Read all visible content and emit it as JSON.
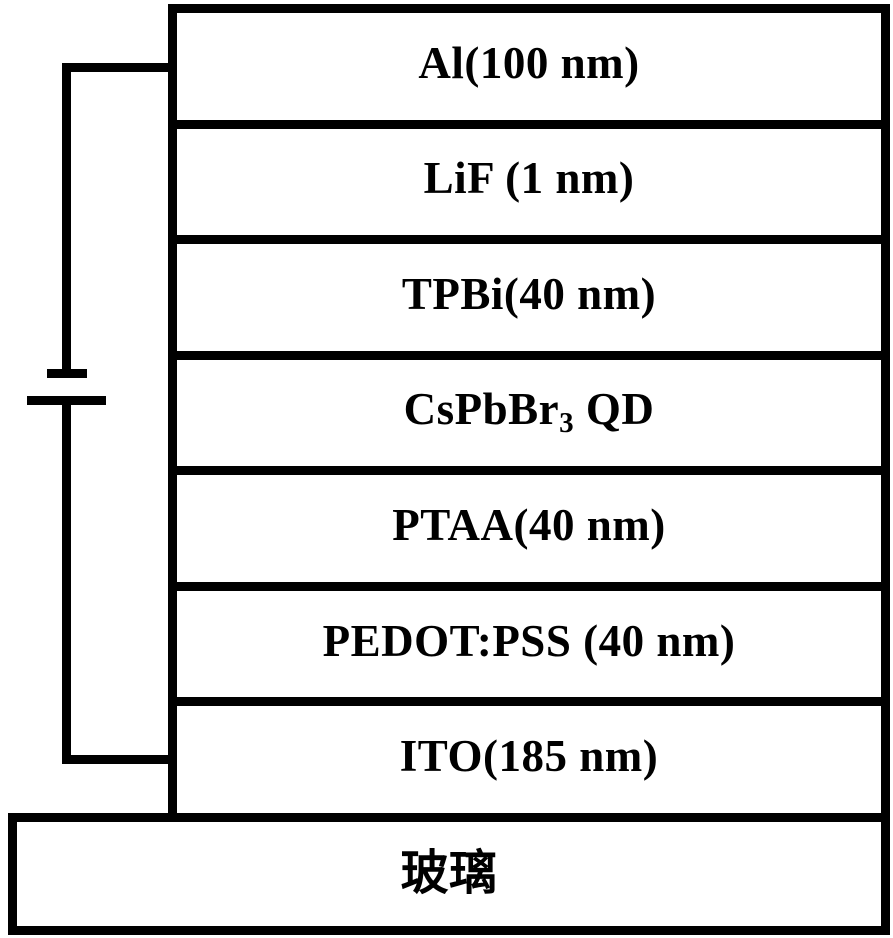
{
  "canvas": {
    "background": "#ffffff",
    "line_color": "#000000"
  },
  "stack": {
    "layers": [
      {
        "base": "Al(100 nm)",
        "sub": "",
        "suffix": ""
      },
      {
        "base": "LiF (1 nm)",
        "sub": "",
        "suffix": ""
      },
      {
        "base": "TPBi(40 nm)",
        "sub": "",
        "suffix": ""
      },
      {
        "base": "CsPbBr",
        "sub": "3",
        "suffix": " QD"
      },
      {
        "base": "PTAA(40 nm)",
        "sub": "",
        "suffix": ""
      },
      {
        "base": "PEDOT:PSS (40 nm)",
        "sub": "",
        "suffix": ""
      },
      {
        "base": "ITO(185 nm)",
        "sub": "",
        "suffix": ""
      }
    ]
  },
  "substrate": {
    "label": "玻璃"
  },
  "power_source": {
    "icon": "battery-symbol"
  }
}
